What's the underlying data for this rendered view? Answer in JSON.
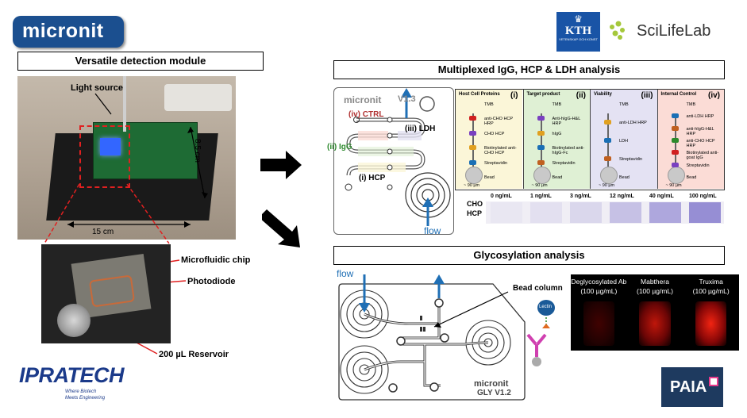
{
  "logos": {
    "micronit": "micronit",
    "kth": "KTH",
    "kth_sub": "VETENSKAP OCH KONST",
    "scilifelab": "SciLifeLab",
    "ipratech": "IPRATECH",
    "ipratech_tag_1": "Where Biotech",
    "ipratech_tag_2": "Meets Engineering",
    "paia": "PAIA"
  },
  "left": {
    "title": "Versatile detection module",
    "light_source": "Light source",
    "dim_height": "8.5 cm",
    "dim_width": "15 cm",
    "microfluidic_chip": "Microfluidic chip",
    "photodiode": "Photodiode",
    "reservoir": "200 µL Reservoir"
  },
  "top_right": {
    "title": "Multiplexed IgG, HCP & LDH analysis",
    "chip_brand": "micronit",
    "chip_version": "V1.3",
    "ctrl": "(iv) CTRL",
    "ldh": "(iii) LDH",
    "igg": "(ii) IgG",
    "hcp": "(i) HCP",
    "flow": "flow",
    "panels": [
      {
        "title": "Host Cell Proteins",
        "num": "(i)",
        "color": "#fbf6d8",
        "items": [
          "TMB",
          "anti-CHO HCP HRP",
          "CHO HCP",
          "Biotinylated anti-CHO HCP",
          "Streptavidin",
          "Bead",
          "~ 90 µm"
        ]
      },
      {
        "title": "Target product",
        "num": "(ii)",
        "color": "#dff0d4",
        "items": [
          "TMB",
          "Anti-hIgG-H&L HRP",
          "hIgG",
          "Biotinylated anti-hIgG-Fc",
          "Streptavidin",
          "Bead",
          "~ 90 µm"
        ]
      },
      {
        "title": "Viability",
        "num": "(iii)",
        "color": "#e4e2f3",
        "items": [
          "TMB",
          "anti-LDH HRP",
          "LDH",
          "Streptavidin",
          "Bead",
          "~ 90 µm"
        ]
      },
      {
        "title": "Internal Control",
        "num": "(iv)",
        "color": "#fbdcd6",
        "items": [
          "TMB",
          "anti-LDH HRP",
          "anti-hIgG-H&L HRP",
          "anti-CHO HCP HRP",
          "Biotinylated anti-goat IgG",
          "Streptavidin",
          "Bead",
          "~ 90 µm"
        ]
      }
    ],
    "cho_label_1": "CHO",
    "cho_label_2": "HCP",
    "concentrations": [
      "0 ng/mL",
      "1 ng/mL",
      "3 ng/mL",
      "12 ng/mL",
      "40 ng/mL",
      "100 ng/mL"
    ],
    "intensities": [
      0.05,
      0.1,
      0.18,
      0.35,
      0.55,
      0.75
    ]
  },
  "bottom_right": {
    "title": "Glycosylation analysis",
    "flow": "flow",
    "bead_column": "Bead column",
    "chip_brand": "micronit",
    "chip_version": "GLY V1.2",
    "lectin": "Lectin",
    "fluorescence": [
      {
        "line1": "Deglycosylated Ab",
        "line2": "(100 µg/mL)",
        "intensity": 0.25
      },
      {
        "line1": "Mabthera",
        "line2": "(100 µg/mL)",
        "intensity": 0.75
      },
      {
        "line1": "Truxima",
        "line2": "(100 µg/mL)",
        "intensity": 0.95
      }
    ]
  },
  "colors": {
    "flow_arrow": "#1f6fb5",
    "red_dashed": "#e02020",
    "micronit_blue": "#1b4f8f",
    "paia_blue": "#1e3a5f"
  }
}
